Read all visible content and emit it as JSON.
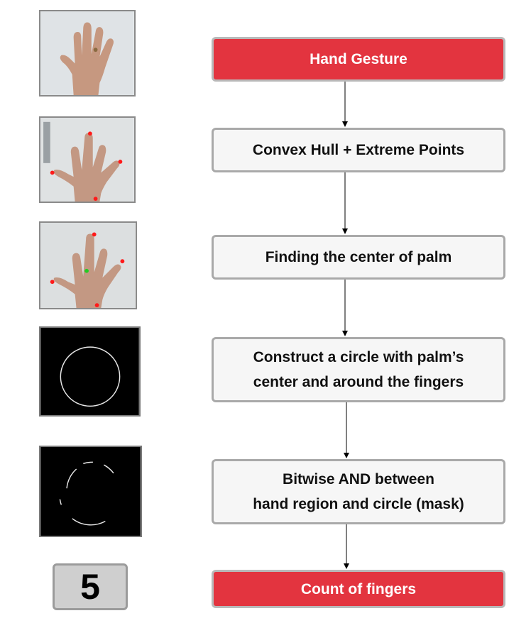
{
  "steps": [
    {
      "id": "hand-gesture",
      "lines": [
        "Hand Gesture"
      ],
      "highlight": true
    },
    {
      "id": "convex-hull",
      "lines": [
        "Convex Hull + Extreme Points"
      ],
      "highlight": false
    },
    {
      "id": "palm-center",
      "lines": [
        "Finding the center of palm"
      ],
      "highlight": false
    },
    {
      "id": "construct-circle",
      "lines": [
        "Construct a circle with palm’s",
        "center and around the fingers"
      ],
      "highlight": false
    },
    {
      "id": "bitwise-and",
      "lines": [
        "Bitwise AND between",
        "hand region and circle (mask)"
      ],
      "highlight": false
    },
    {
      "id": "count-fingers",
      "lines": [
        "Count of fingers"
      ],
      "highlight": true
    }
  ],
  "finger_count": "5",
  "colors": {
    "accent": "#e3343f",
    "box_fill": "#f6f6f6",
    "border": "#a9a9a9",
    "extreme_point": "#ff1a1a",
    "palm_center": "#22cc22"
  }
}
